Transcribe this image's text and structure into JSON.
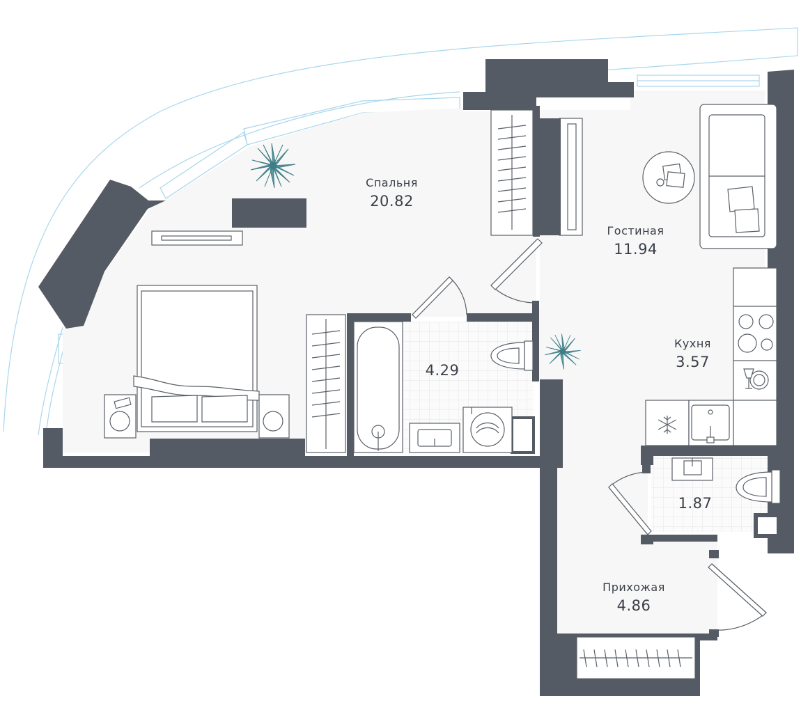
{
  "rooms": [
    {
      "id": "bedroom",
      "name": "Спальня",
      "area": "20.82"
    },
    {
      "id": "living",
      "name": "Гостиная",
      "area": "11.94"
    },
    {
      "id": "kitchen",
      "name": "Кухня",
      "area": "3.57"
    },
    {
      "id": "bathroom",
      "name": "",
      "area": "4.29"
    },
    {
      "id": "wc",
      "name": "",
      "area": "1.87"
    },
    {
      "id": "hallway",
      "name": "Прихожая",
      "area": "4.86"
    }
  ],
  "colors": {
    "wall": "#555b64",
    "floor": "#f7f7f7",
    "line": "#5a6068",
    "tile": "#e6e6e6",
    "glass": "#a9d6ec",
    "plant": "#4f8f96",
    "text": "#3a3f47"
  },
  "icons": [
    "plant-icon",
    "snowflake-icon",
    "wine-glass-icon",
    "cooktop-icon",
    "sink-icon",
    "toilet-icon",
    "bathtub-icon",
    "washing-machine-icon"
  ]
}
